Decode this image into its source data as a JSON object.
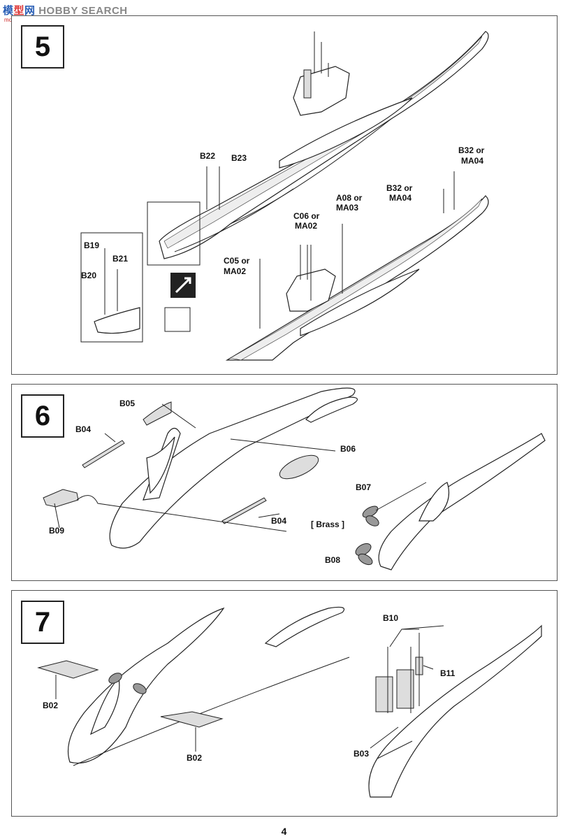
{
  "watermark": {
    "part1": "模",
    "part2": "型",
    "part3": "网",
    "part4": "HOBBY SEARCH",
    "url": "moxing.net"
  },
  "steps": [
    {
      "number": "5",
      "labels": {
        "b22": "B22",
        "b23": "B23",
        "b32_top_a": "B32 or",
        "b32_top_b": "MA04",
        "b32_mid_a": "B32 or",
        "b32_mid_b": "MA04",
        "a08_a": "A08 or",
        "a08_b": "MA03",
        "c06_a": "C06 or",
        "c06_b": "MA02",
        "c05_a": "C05 or",
        "c05_b": "MA02",
        "b19": "B19",
        "b21": "B21",
        "b20": "B20"
      }
    },
    {
      "number": "6",
      "labels": {
        "b05": "B05",
        "b04_top": "B04",
        "b06": "B06",
        "b07": "B07",
        "brass": "[ Brass ]",
        "b08": "B08",
        "b09": "B09",
        "b04_bottom": "B04"
      }
    },
    {
      "number": "7",
      "labels": {
        "b10": "B10",
        "b11": "B11",
        "b02_left": "B02",
        "b02_bottom": "B02",
        "b03": "B03"
      }
    }
  ],
  "page_number": "4"
}
